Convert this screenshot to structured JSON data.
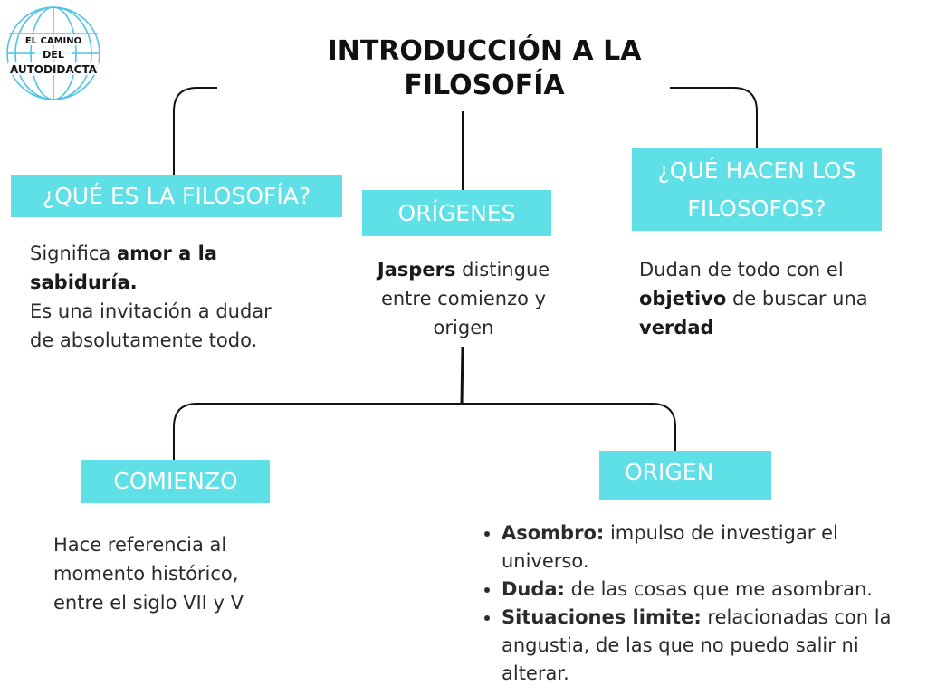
{
  "logo": {
    "line1": "EL CAMINO",
    "line2": "DEL",
    "line3": "AUTODIDACTA"
  },
  "title": {
    "line1": "INTRODUCCIÓN A LA",
    "line2": "FILOSOFÍA"
  },
  "nodes": {
    "que_es": {
      "label": "¿QUÉ ES LA FILOSOFÍA?",
      "desc": {
        "p1_text": "Significa ",
        "p1_bold": "amor a la sabiduría.",
        "p2": "Es una invitación a dudar de absolutamente todo."
      }
    },
    "origenes": {
      "label": "ORÍGENES",
      "desc": {
        "bold": "Jaspers",
        "text": " distingue entre comienzo y origen"
      }
    },
    "que_hacen": {
      "label_line1": "¿QUÉ HACEN LOS",
      "label_line2": "FILOSOFOS?",
      "desc": {
        "t1": "Dudan de todo con el ",
        "b1": "objetivo",
        "t2": " de buscar una ",
        "b2": "verdad"
      }
    },
    "comienzo": {
      "label": "COMIENZO",
      "desc": "Hace referencia al momento histórico, entre el siglo VII y V"
    },
    "origen": {
      "label": "ORIGEN",
      "bullets": [
        {
          "bold": "Asombro:",
          "text": " impulso de investigar el universo."
        },
        {
          "bold": "Duda:",
          "text": " de las cosas que me asombran."
        },
        {
          "bold": "Situaciones limite:",
          "text": " relacionadas con la angustia, de las que no puedo salir ni alterar."
        }
      ]
    }
  },
  "colors": {
    "box": "#5ee0e6",
    "line": "#111111",
    "logo_ring": "#4fc3e8"
  }
}
